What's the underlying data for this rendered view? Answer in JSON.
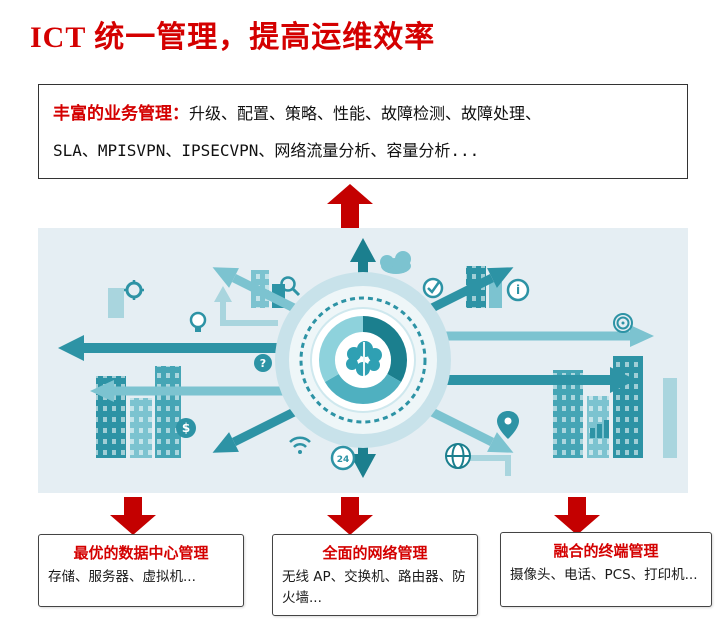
{
  "page": {
    "title": "ICT 统一管理，提高运维效率"
  },
  "feature_box": {
    "label": "丰富的业务管理：",
    "content_line1": "升级、配置、策略、性能、故障检测、故障处理、",
    "content_line2": "SLA、MPISVPN、IPSECVPN、网络流量分析、容量分析..."
  },
  "bottom_boxes": [
    {
      "title": "最优的数据中心管理",
      "content": "存储、服务器、虚拟机..."
    },
    {
      "title": "全面的网络管理",
      "content": "无线 AP、交换机、路由器、防火墙..."
    },
    {
      "title": "融合的终端管理",
      "content": "摄像头、电话、PCS、打印机..."
    }
  ],
  "infographic": {
    "glyphs": {
      "dollar": "$",
      "clock": "24",
      "info": "i",
      "question": "?"
    }
  },
  "colors": {
    "accent_red": "#c40000",
    "title_red": "#d40000",
    "teal_dark": "#1b7f8e",
    "teal": "#2d93a5",
    "teal_mid": "#45a5b5",
    "teal_light": "#7cc3d0",
    "bg_light_blue": "#e5eef3"
  }
}
